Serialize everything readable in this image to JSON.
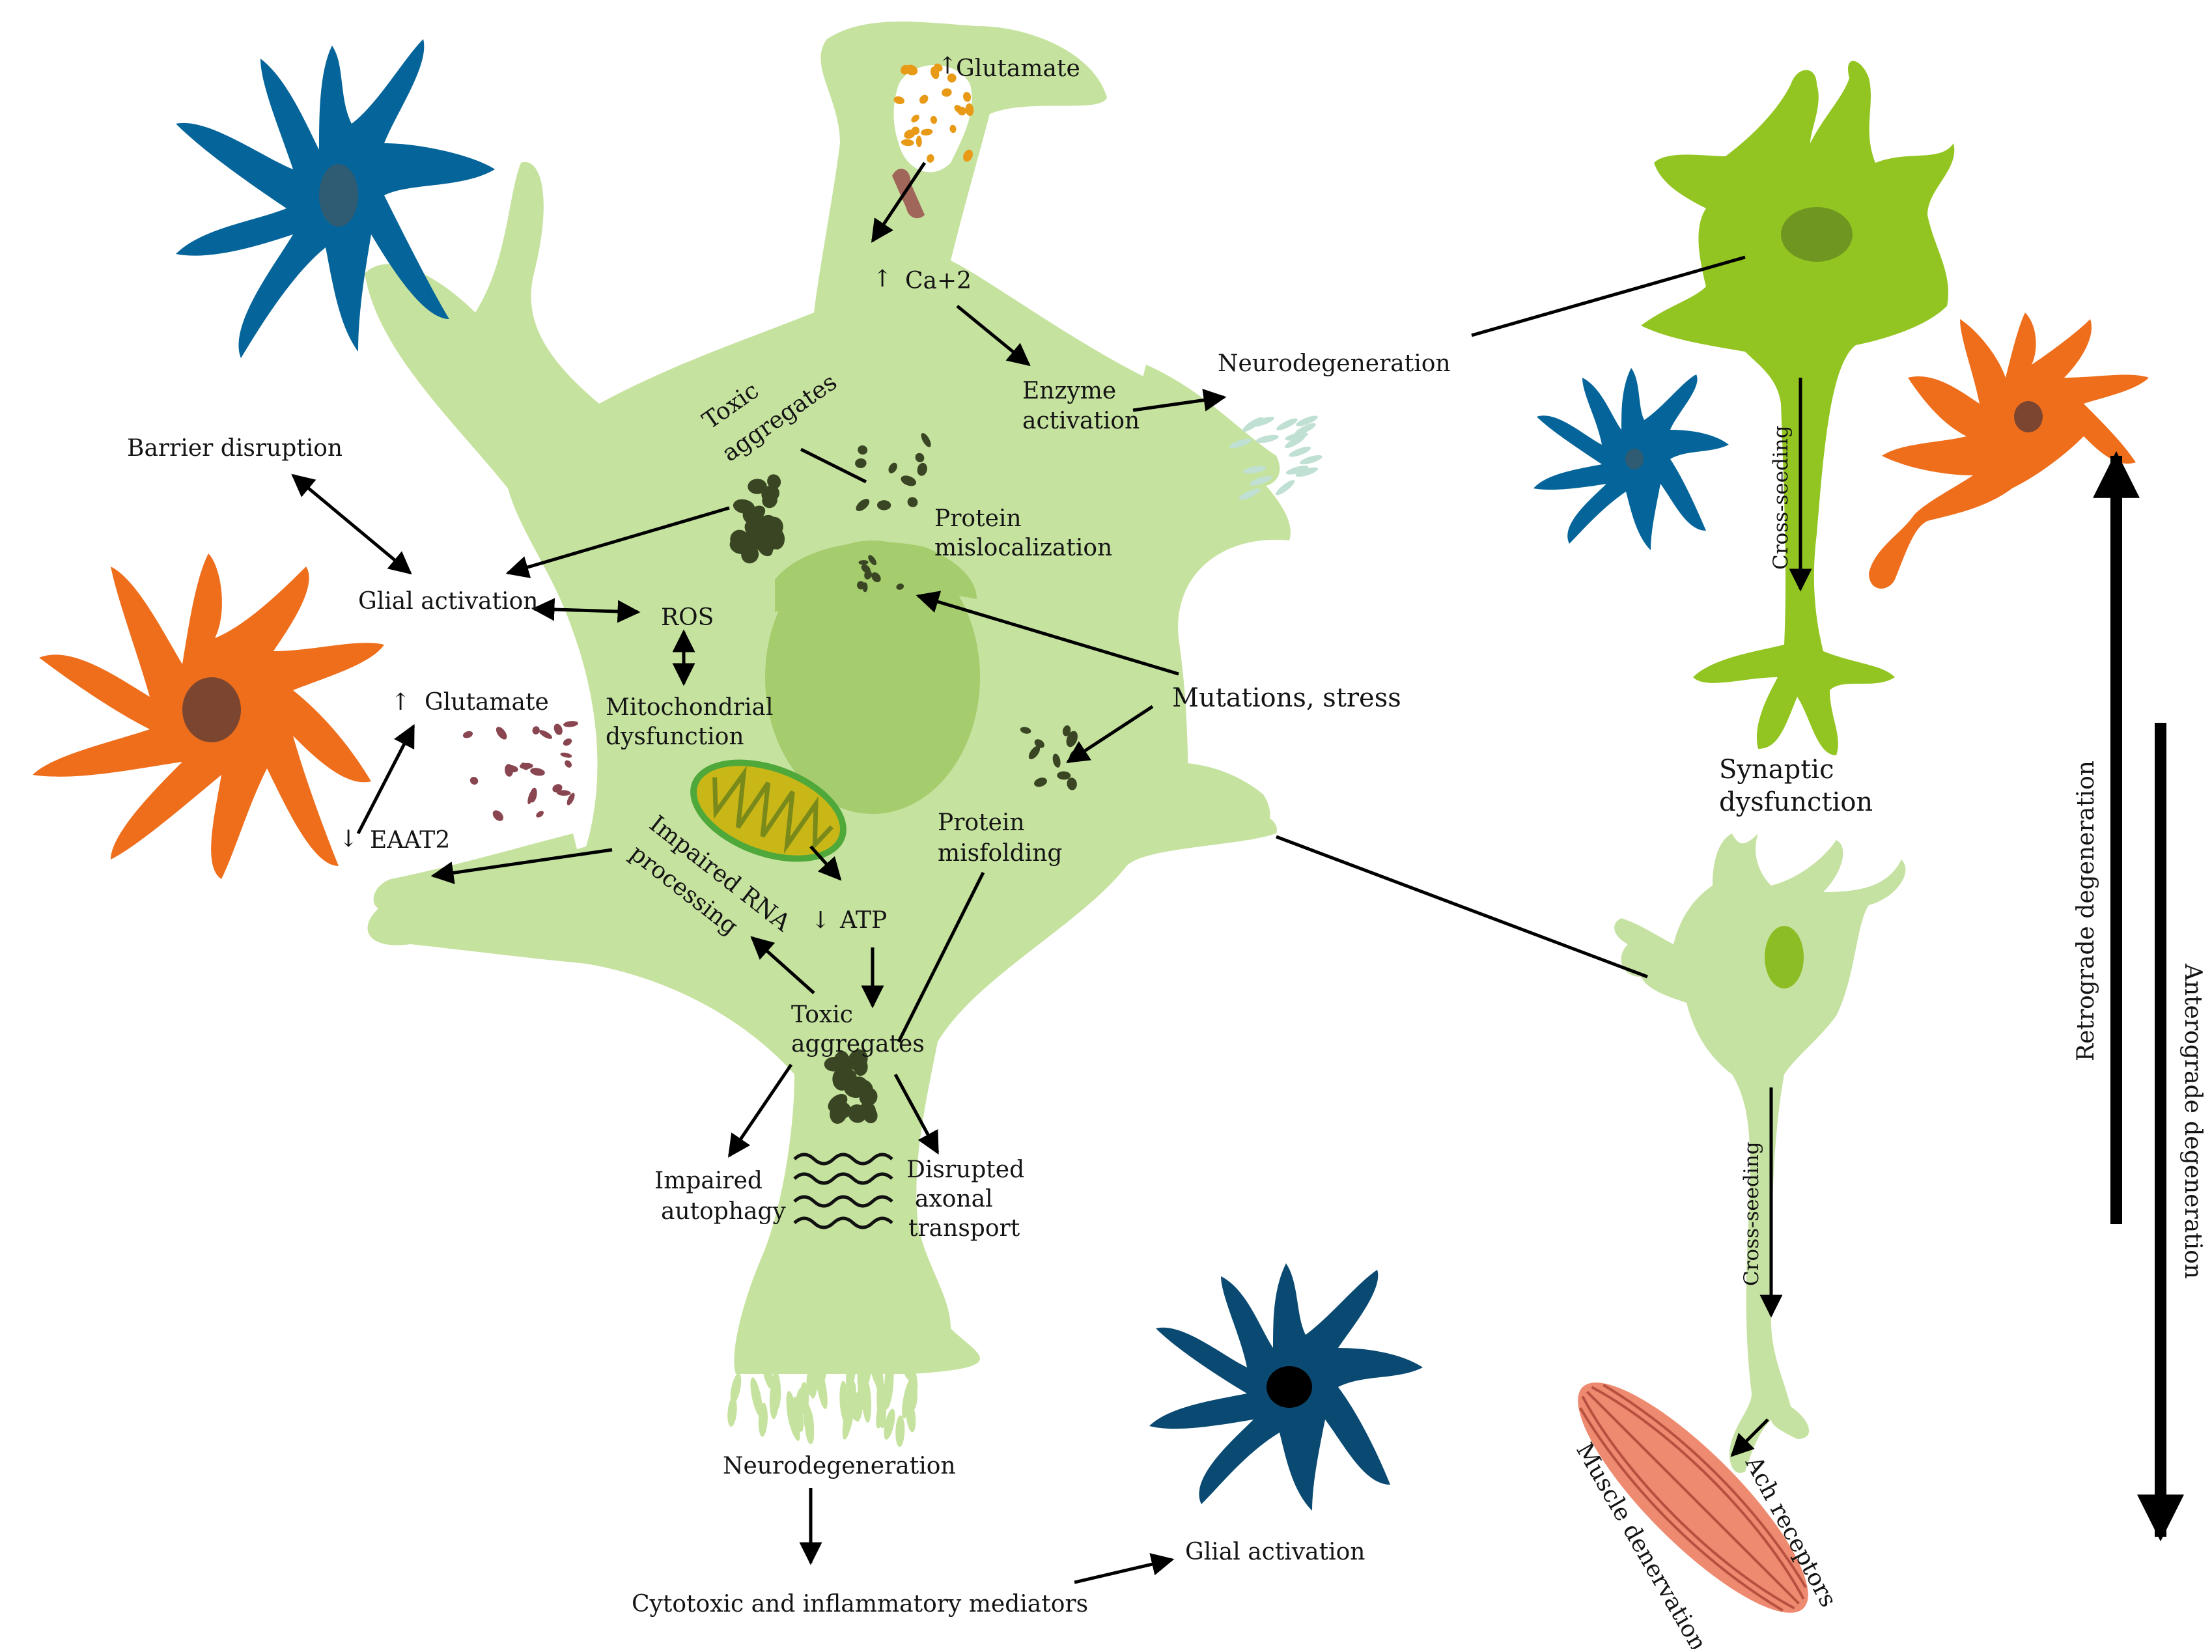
{
  "colors": {
    "motor_neuron": "#c6e29f",
    "motor_neuron_soma_shade": "#b9d98a",
    "nucleus": "#a5cc6d",
    "upper_neuron": "#93c522",
    "upper_neuron_nucleus": "#6f9620",
    "lower_neuron": "#c6e2a2",
    "lower_neuron_nucleus": "#8dbd24",
    "astrocyte": "#ee6e1c",
    "astrocyte_nucleus": "#7c4530",
    "microglia_blue": "#05659a",
    "microglia_dark": "#0a4a72",
    "glutamate_vesicle": "#e89a17",
    "glutamate_release": "#8a4650",
    "aggregate": "#394523",
    "mitochondrion": "#c9b718",
    "mitochondrion_outline": "#4fa83a",
    "muscle": "#ed8a6f",
    "arrow": "#000000"
  },
  "icons": {
    "microglia": "microglia-icon",
    "astrocyte": "astrocyte-icon",
    "neuron": "neuron-icon",
    "mitochondrion": "mitochondrion-icon",
    "muscle": "muscle-icon"
  },
  "labels": {
    "glutamate_top": "Glutamate",
    "ca": "Ca+2",
    "enzyme_line1": "Enzyme",
    "enzyme_line2": "activation",
    "neurodegeneration_top": "Neurodegeneration",
    "toxic_agg_top_line1": "Toxic",
    "toxic_agg_top_line2": "aggregates",
    "protein_misloc_line1": "Protein",
    "protein_misloc_line2": "mislocalization",
    "barrier_disruption": "Barrier disruption",
    "glial_activation_left": "Glial activation",
    "ros": "ROS",
    "mito_dys_line1": "Mitochondrial",
    "mito_dys_line2": "dysfunction",
    "glutamate_left": "Glutamate",
    "eaat2": "EAAT2",
    "mutations_stress": "Mutations, stress",
    "protein_misfold_line1": "Protein",
    "protein_misfold_line2": "misfolding",
    "impaired_rna_line1": "Impaired  RNA",
    "impaired_rna_line2": "processing",
    "atp": "ATP",
    "toxic_agg_bottom_line1": "Toxic",
    "toxic_agg_bottom_line2": "aggregates",
    "impaired_autophagy_line1": "Impaired",
    "impaired_autophagy_line2": "autophagy",
    "disrupted_line1": "Disrupted",
    "disrupted_line2": "axonal",
    "disrupted_line3": "transport",
    "neurodegeneration_bottom": "Neurodegeneration",
    "cytotoxic": "Cytotoxic and inflammatory mediators",
    "glial_activation_bottom": "Glial activation",
    "synaptic_line1": "Synaptic",
    "synaptic_line2": "dysfunction",
    "cross_seeding_upper": "Cross-seeding",
    "cross_seeding_lower": "Cross-seeding",
    "ach_receptors": "Ach receptors",
    "muscle_denervation": "Muscle denervation",
    "retrograde": "Retrograde degeneration",
    "anterograde": "Anterograde degeneration",
    "up_arrow_glyph": "↑",
    "down_arrow_glyph": "↓"
  }
}
